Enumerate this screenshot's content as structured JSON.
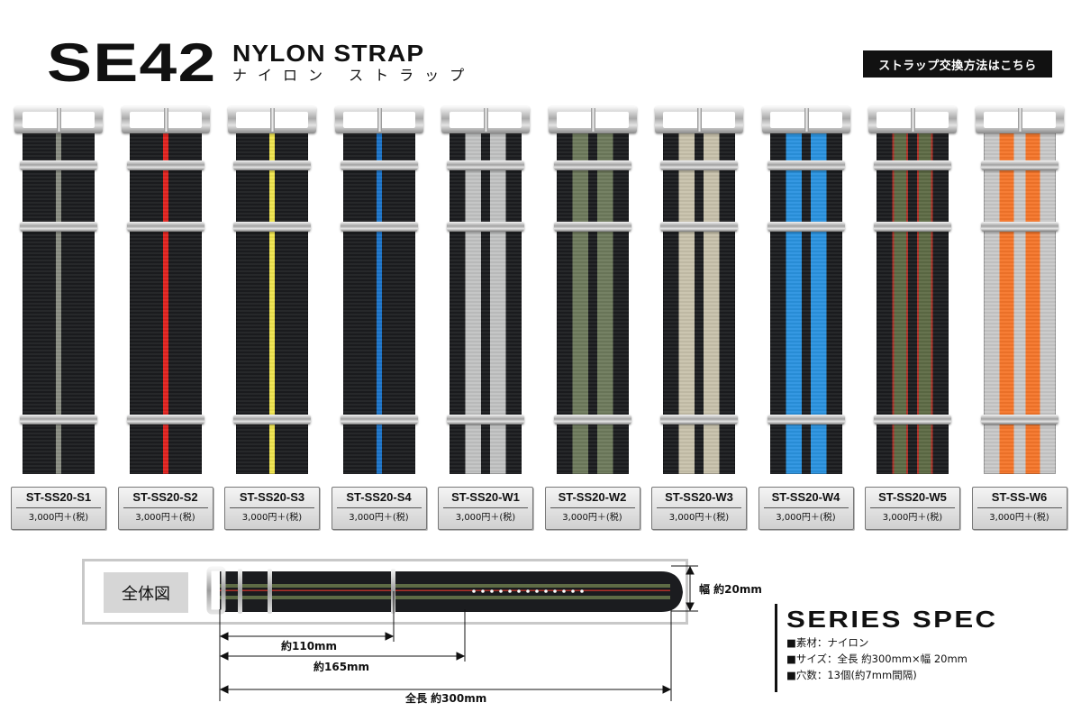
{
  "header": {
    "brand": "SE42",
    "title_en": "NYLON STRAP",
    "title_ja": "ナイロン ストラップ",
    "howto_button": "ストラップ交換方法はこちら"
  },
  "products": [
    {
      "code": "ST-SS20-S1",
      "price": "3,000円＋(税)",
      "colors": [
        "#1b1c1f",
        "#8a8d83"
      ],
      "pattern": "single",
      "stripe_ratio": 0.08
    },
    {
      "code": "ST-SS20-S2",
      "price": "3,000円＋(税)",
      "colors": [
        "#1b1c1f",
        "#e2231f"
      ],
      "pattern": "single",
      "stripe_ratio": 0.08
    },
    {
      "code": "ST-SS20-S3",
      "price": "3,000円＋(税)",
      "colors": [
        "#1b1c1f",
        "#f0e54e"
      ],
      "pattern": "single",
      "stripe_ratio": 0.08
    },
    {
      "code": "ST-SS20-S4",
      "price": "3,000円＋(税)",
      "colors": [
        "#1b1c1f",
        "#1b74c9"
      ],
      "pattern": "single",
      "stripe_ratio": 0.08
    },
    {
      "code": "ST-SS20-W1",
      "price": "3,000円＋(税)",
      "colors": [
        "#1b1c1f",
        "#c2c3c3"
      ],
      "pattern": "double",
      "stripe_ratio": 0.22
    },
    {
      "code": "ST-SS20-W2",
      "price": "3,000円＋(税)",
      "colors": [
        "#1b1c1f",
        "#6e7a5c"
      ],
      "pattern": "double",
      "stripe_ratio": 0.22
    },
    {
      "code": "ST-SS20-W3",
      "price": "3,000円＋(税)",
      "colors": [
        "#1b1c1f",
        "#c8c2ac"
      ],
      "pattern": "double",
      "stripe_ratio": 0.22
    },
    {
      "code": "ST-SS20-W4",
      "price": "3,000円＋(税)",
      "colors": [
        "#1b1c1f",
        "#2a93e0"
      ],
      "pattern": "double",
      "stripe_ratio": 0.22
    },
    {
      "code": "ST-SS20-W5",
      "price": "3,000円＋(税)",
      "colors": [
        "#1b1c1f",
        "#5e6b45",
        "#b03028"
      ],
      "pattern": "double-edged",
      "stripe_ratio": 0.22
    },
    {
      "code": "ST-SS-W6",
      "price": "3,000円＋(税)",
      "colors": [
        "#c9c9c9",
        "#f6762a"
      ],
      "pattern": "double",
      "stripe_ratio": 0.2
    }
  ],
  "overview": {
    "label": "全体図",
    "width_label": "幅 約20mm",
    "dim_110": "約110mm",
    "dim_165": "約165mm",
    "dim_300": "全長 約300mm"
  },
  "spec": {
    "title": "SERIES SPEC",
    "lines": [
      "■素材：ナイロン",
      "■サイズ：全長 約300mm×幅 20mm",
      "■穴数：13個(約7mm間隔)"
    ]
  }
}
